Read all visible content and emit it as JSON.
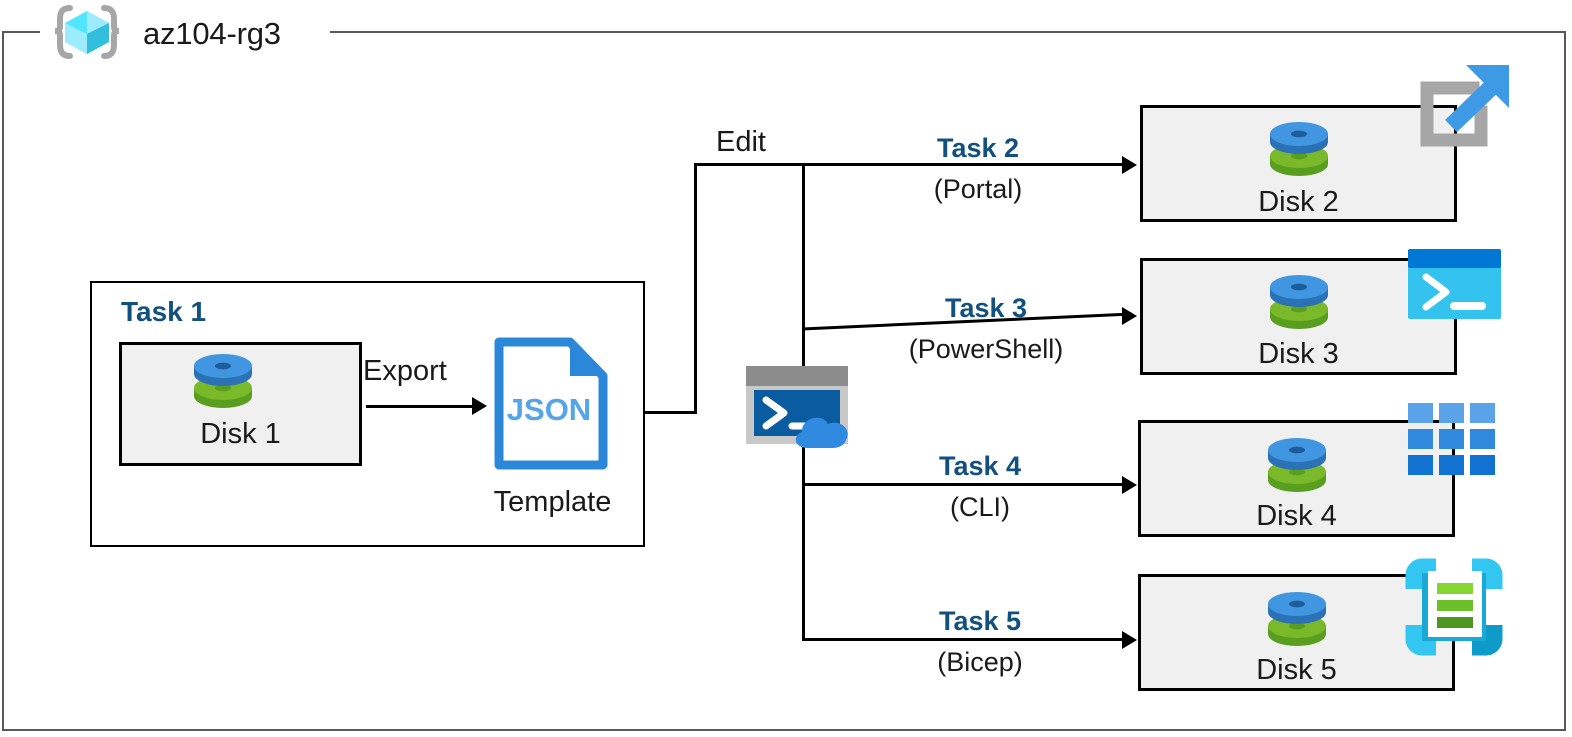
{
  "diagram": {
    "title": "az104-rg3 resource group disk lab diagram",
    "resource_group": {
      "name": "az104-rg3",
      "icon": "azure-resource-group-icon"
    },
    "colors": {
      "task_label": "#12507e",
      "box_fill": "#f0f0f0",
      "box_border": "#000000",
      "frame_border": "#595959",
      "disk_blue": "#3f8fd8",
      "disk_green": "#74b42c",
      "json_blue": "#2b88d8",
      "powershell_cyan": "#34c3ef",
      "bicep_cyan": "#33c6f0",
      "cli_blue": "#3089dd"
    },
    "task1": {
      "label": "Task 1",
      "disk": {
        "label": "Disk 1",
        "icon": "disk-icon"
      },
      "edge_label": "Export",
      "template": {
        "format": "JSON",
        "label": "Template",
        "icon": "json-file-icon"
      }
    },
    "edit": {
      "label": "Edit",
      "tool_icon": "azure-cloud-shell-icon"
    },
    "tasks": [
      {
        "name": "Task 2",
        "method": "(Portal)",
        "disk": "Disk 2",
        "disk_icon": "disk-icon",
        "tech_icon": "azure-portal-icon"
      },
      {
        "name": "Task 3",
        "method": "(PowerShell)",
        "disk": "Disk 3",
        "disk_icon": "disk-icon",
        "tech_icon": "powershell-icon"
      },
      {
        "name": "Task 4",
        "method": "(CLI)",
        "disk": "Disk 4",
        "disk_icon": "disk-icon",
        "tech_icon": "azure-cli-icon"
      },
      {
        "name": "Task 5",
        "method": "(Bicep)",
        "disk": "Disk 5",
        "disk_icon": "disk-icon",
        "tech_icon": "bicep-icon"
      }
    ]
  }
}
